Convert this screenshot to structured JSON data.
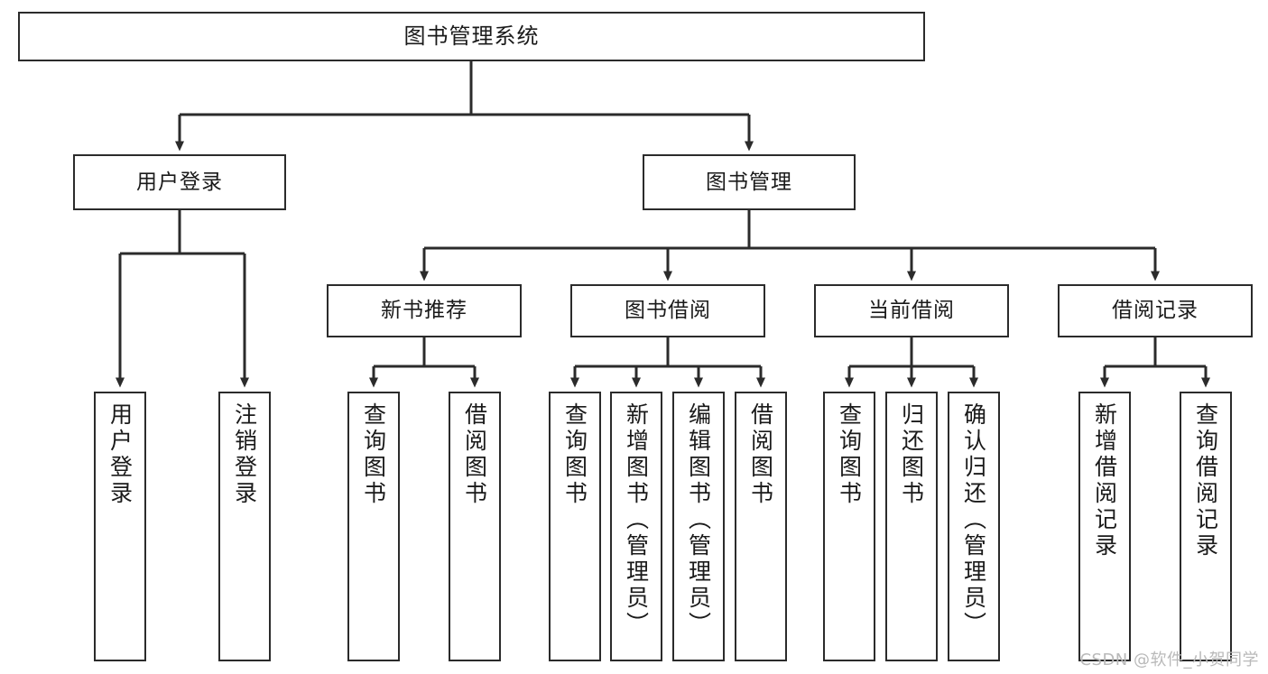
{
  "diagram": {
    "title": "图书管理系统",
    "type": "tree",
    "style": {
      "box_fill": "#ffffff",
      "box_stroke": "#2b2b2b",
      "line_color": "#2b2b2b",
      "text_color": "#1a1a1a",
      "background": "#ffffff"
    },
    "levels": {
      "root": {
        "label": "图书管理系统"
      },
      "level2": [
        {
          "label": "用户登录"
        },
        {
          "label": "图书管理"
        }
      ],
      "level3": [
        {
          "label": "新书推荐"
        },
        {
          "label": "图书借阅"
        },
        {
          "label": "当前借阅"
        },
        {
          "label": "借阅记录"
        }
      ]
    },
    "nodes": {
      "root": "图书管理系统",
      "user_login": "用户登录",
      "book_manage": "图书管理",
      "new_book_rec": "新书推荐",
      "book_borrow": "图书借阅",
      "current_borrow": "当前借阅",
      "borrow_record": "借阅记录",
      "leaf_user_login": "用户登录",
      "leaf_user_logout": "注销登录",
      "leaf_query_book_1": "查询图书",
      "leaf_borrow_book_1": "借阅图书",
      "leaf_query_book_2": "查询图书",
      "leaf_add_book_admin": "新增图书（管理员）",
      "leaf_edit_book_admin": "编辑图书（管理员）",
      "leaf_borrow_book_2": "借阅图书",
      "leaf_query_book_3": "查询图书",
      "leaf_return_book": "归还图书",
      "leaf_confirm_return_admin": "确认归还（管理员）",
      "leaf_add_record": "新增借阅记录",
      "leaf_query_record": "查询借阅记录"
    },
    "watermark": "CSDN @软件_小贺同学"
  }
}
